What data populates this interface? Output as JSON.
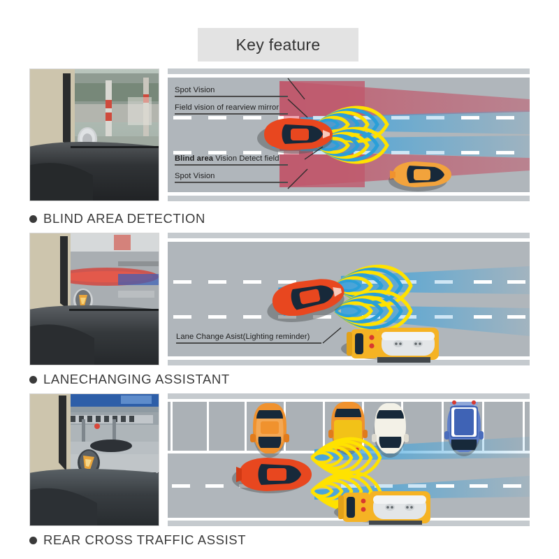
{
  "header": {
    "title": "Key feature"
  },
  "sections": [
    {
      "id": "blind-area-detection",
      "caption": "BLIND AREA  DETECTION",
      "photo_alt": "car-interior-blind-spot-indicator",
      "labels": [
        {
          "id": "spot-vision-top",
          "text": "Spot Vision"
        },
        {
          "id": "field-vision",
          "text": "Field vision of rearview mirror"
        },
        {
          "id": "blind-area",
          "text_bold": "Blind area",
          "text": " Vision Detect field"
        },
        {
          "id": "spot-vision-bot",
          "text": "Spot Vision"
        }
      ],
      "vehicles": [
        {
          "id": "ego-car",
          "color": "#e8471f",
          "type": "sedan"
        },
        {
          "id": "following-car",
          "color": "#f2a33c",
          "type": "sedan"
        }
      ]
    },
    {
      "id": "lanechanging-assistant",
      "caption": "LANECHANGING ASSISTANT",
      "photo_alt": "indicator-lit-passing-car",
      "labels": [
        {
          "id": "lane-change-assist",
          "text": "Lane Change Asist(Lighting reminder)"
        }
      ],
      "vehicles": [
        {
          "id": "ego-car",
          "color": "#e8471f",
          "type": "sedan-angled"
        },
        {
          "id": "tank-truck",
          "color": "#f5b324",
          "type": "truck"
        }
      ]
    },
    {
      "id": "rear-cross-traffic-assist",
      "caption": "REAR CROSS TRAFFIC ASSIST",
      "photo_alt": "parking-lot-blind-spot-mirror",
      "labels": [],
      "vehicles": [
        {
          "id": "ego-car",
          "color": "#e8471f",
          "type": "sedan"
        },
        {
          "id": "parked-orange",
          "color": "#f0922e",
          "type": "sedan-parked"
        },
        {
          "id": "parked-yellow",
          "color": "#f2c218",
          "type": "van-parked"
        },
        {
          "id": "parked-white",
          "color": "#f3f1e7",
          "type": "sedan-parked"
        },
        {
          "id": "parked-blue",
          "color": "#3f63b5",
          "type": "police-parked"
        },
        {
          "id": "tank-truck",
          "color": "#f5b324",
          "type": "truck"
        }
      ]
    }
  ],
  "colors": {
    "road": "#b0b6bb",
    "shoulder": "#c3c8cc",
    "lane_marking": "#ffffff",
    "spot_vision_red": "#c06070",
    "blind_zone_blue": "#4aa8e0",
    "wave_yellow": "#ffe200",
    "wave_blue": "#2a9fd8",
    "header_bg": "#e3e3e3",
    "caption_text": "#3a3a3a",
    "ego_car": "#e8471f",
    "rear_car": "#f2a33c",
    "truck": "#f5b324",
    "page_bg": "#ffffff"
  }
}
